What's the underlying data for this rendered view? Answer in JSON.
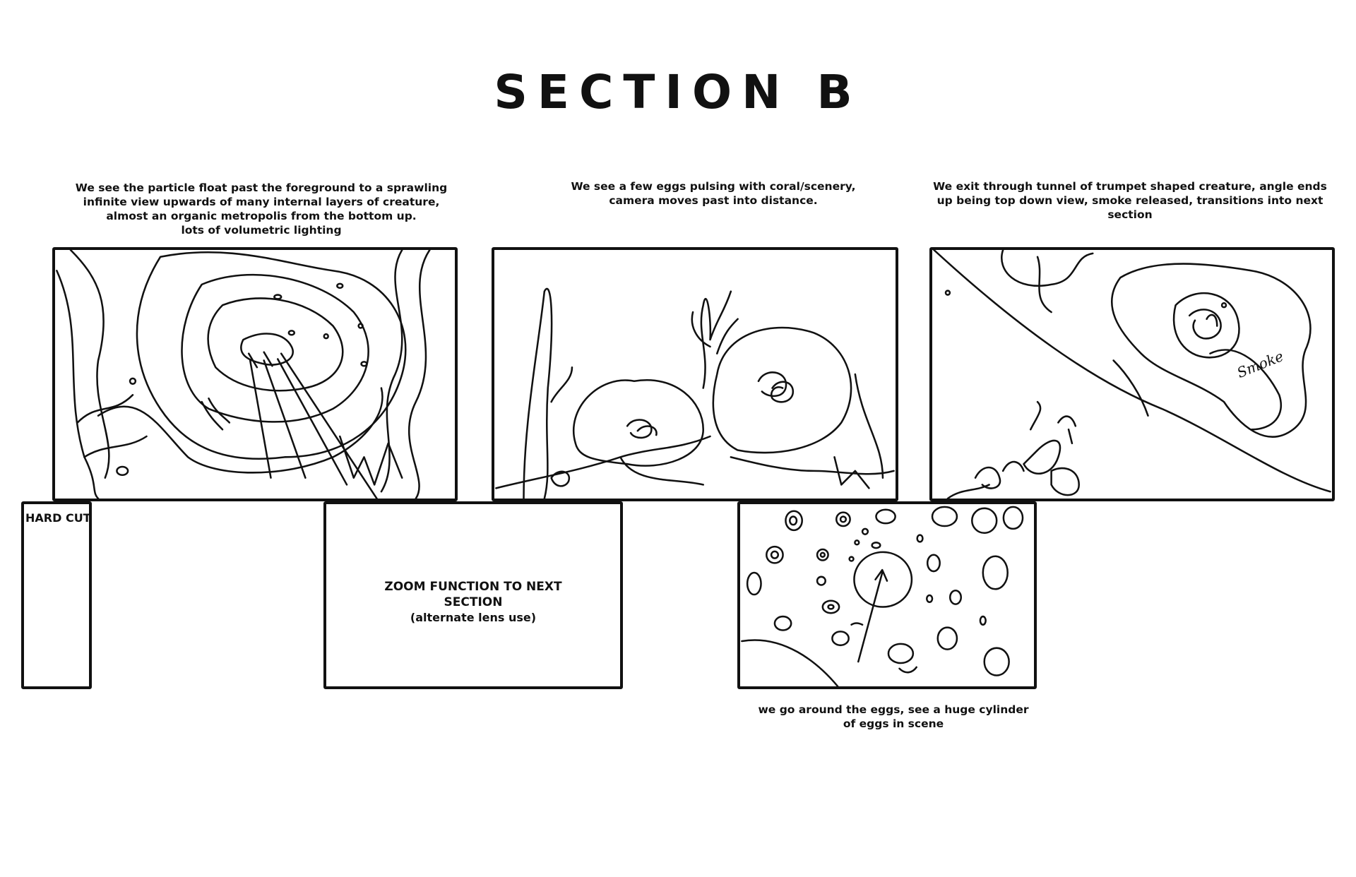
{
  "page": {
    "title": "SECTION B"
  },
  "captions": {
    "panel1": "We see the particle float past the foreground to a sprawling\ninfinite view upwards of many internal layers of creature,\nalmost an organic metropolis from the bottom up.\nlots of volumetric lighting",
    "panel2": "We see a few eggs pulsing with coral/scenery,\ncamera moves past into distance.",
    "panel3": "We exit through tunnel of trumpet shaped creature, angle ends\nup being top down view, smoke released, transitions into next section",
    "panel6": "we go around the eggs, see a huge cylinder\nof eggs in scene"
  },
  "panels": {
    "hard_cut_label": "HARD CUT",
    "zoom_line1": "ZOOM FUNCTION TO NEXT",
    "zoom_line2": "SECTION",
    "zoom_line3": "(alternate lens use)",
    "smoke_note": "Smoke"
  }
}
